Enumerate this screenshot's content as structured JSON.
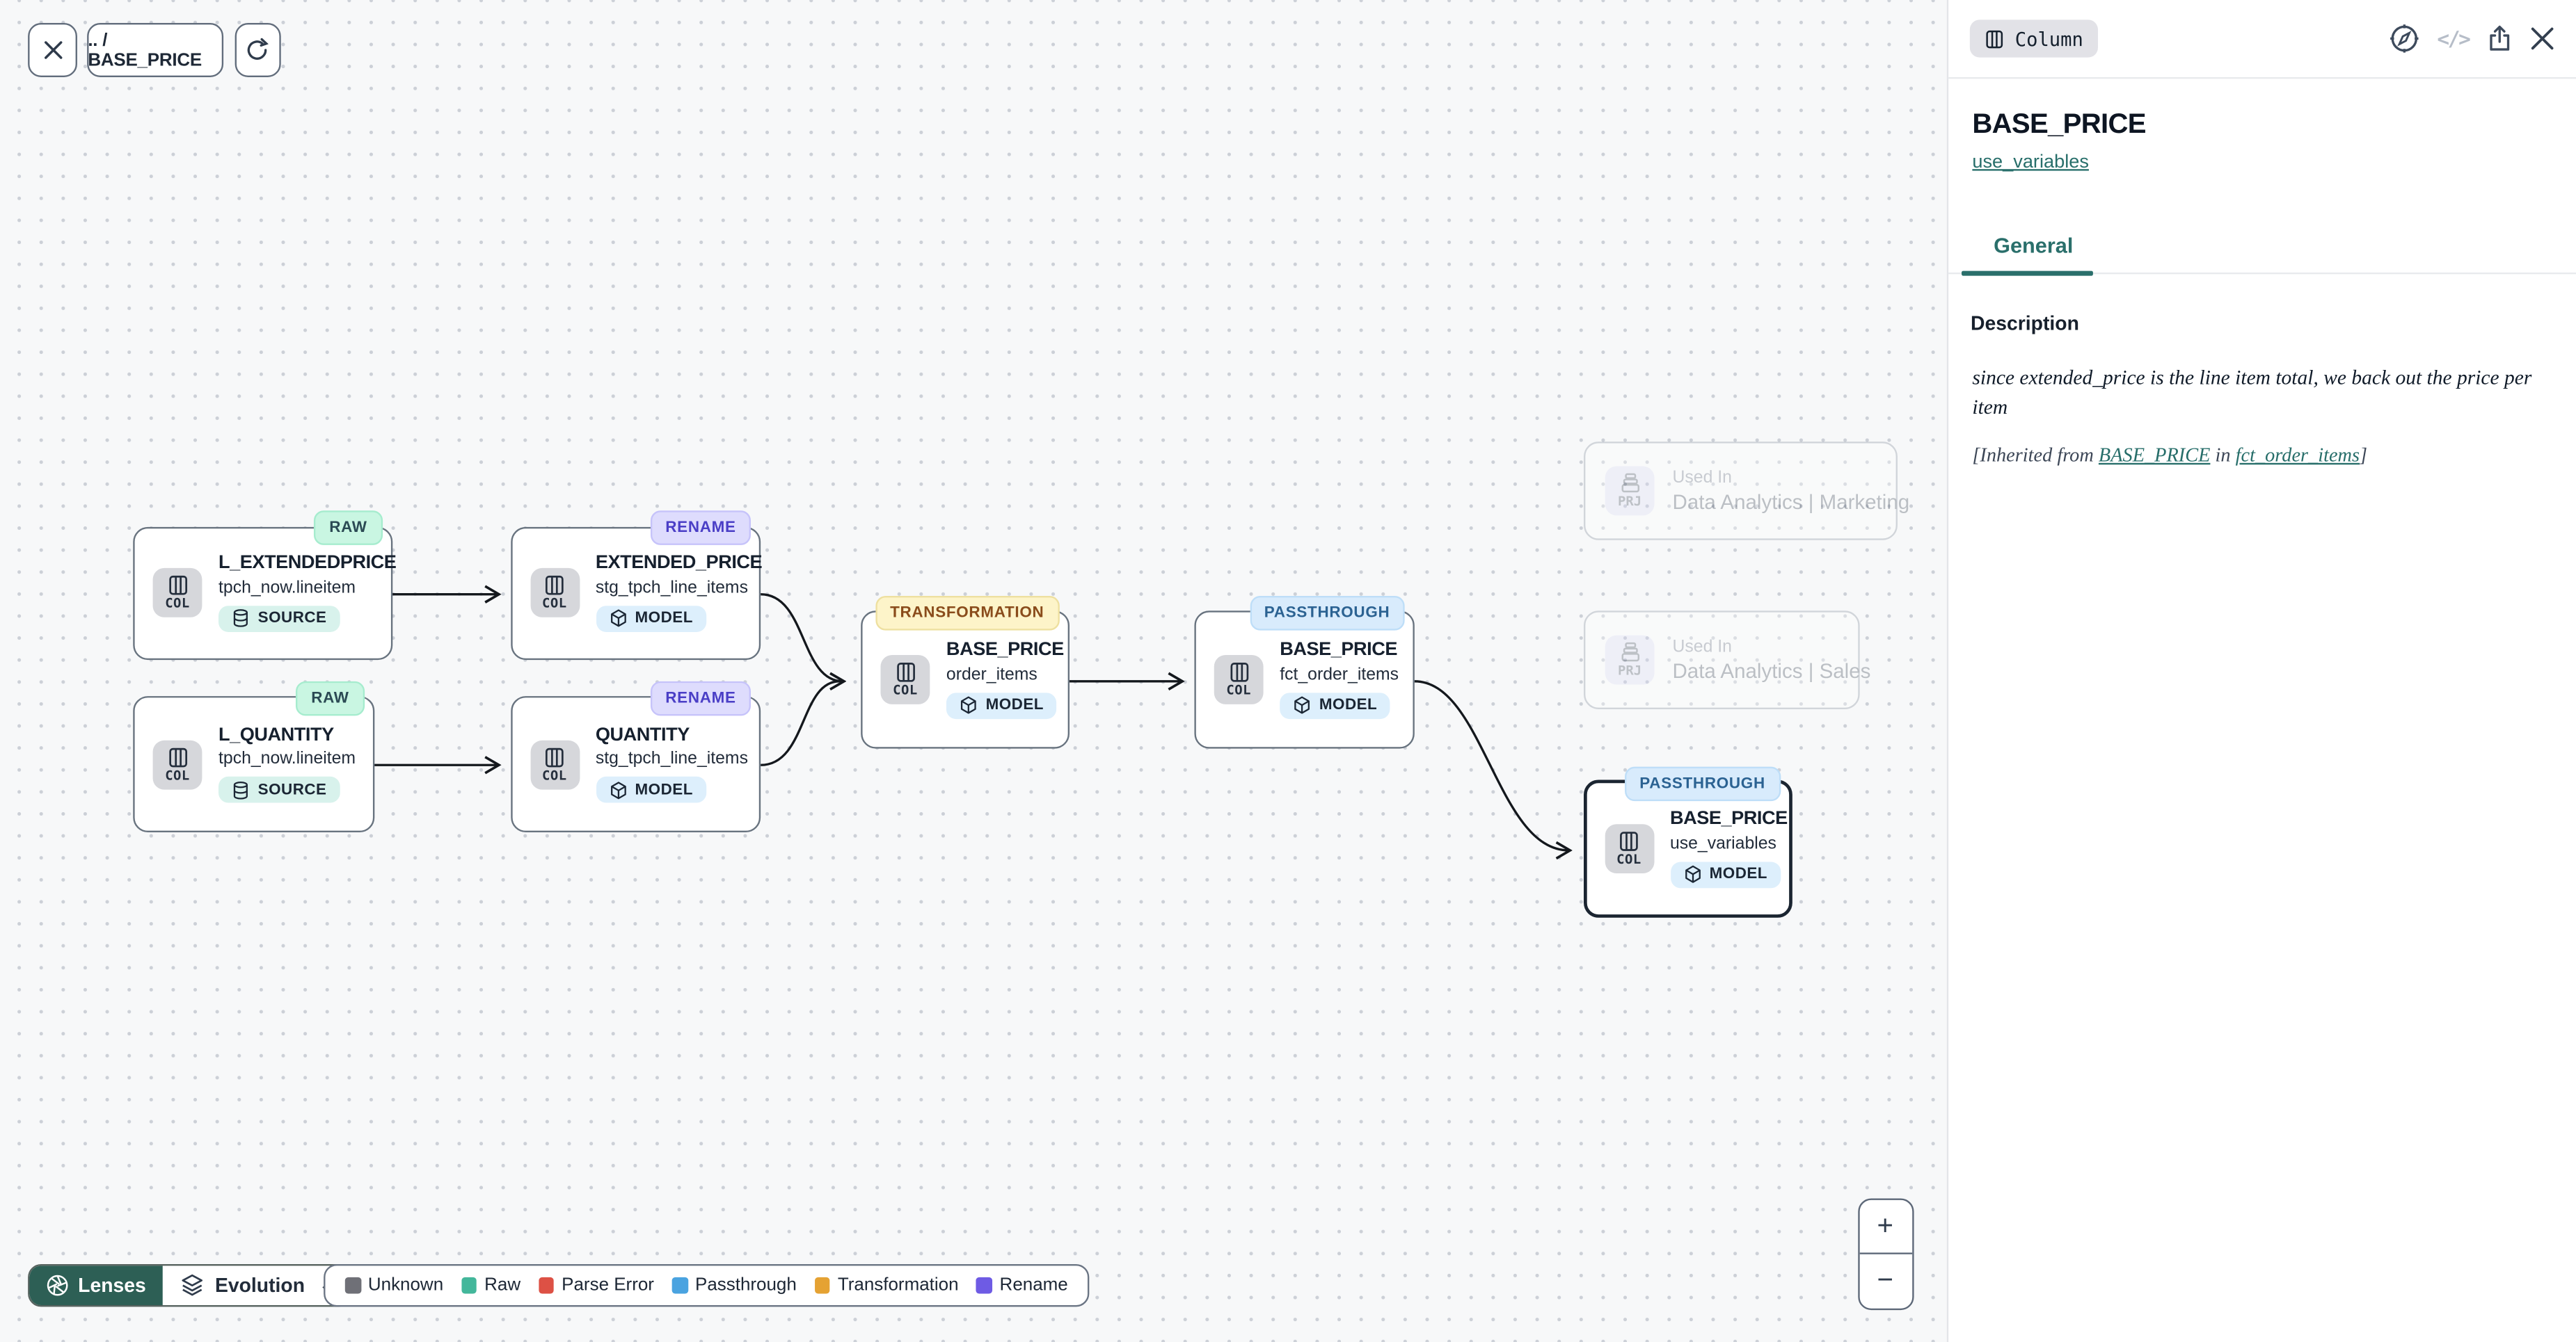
{
  "toolbar": {
    "breadcrumb": ".. / BASE_PRICE"
  },
  "canvas": {
    "nodes": [
      {
        "badge": "RAW",
        "title": "L_EXTENDEDPRICE",
        "subtitle": "tpch_now.lineitem",
        "type_chip": "COL",
        "pill": "SOURCE"
      },
      {
        "badge": "RENAME",
        "title": "EXTENDED_PRICE",
        "subtitle": "stg_tpch_line_items",
        "type_chip": "COL",
        "pill": "MODEL"
      },
      {
        "badge": "RAW",
        "title": "L_QUANTITY",
        "subtitle": "tpch_now.lineitem",
        "type_chip": "COL",
        "pill": "SOURCE"
      },
      {
        "badge": "RENAME",
        "title": "QUANTITY",
        "subtitle": "stg_tpch_line_items",
        "type_chip": "COL",
        "pill": "MODEL"
      },
      {
        "badge": "TRANSFORMATION",
        "title": "BASE_PRICE",
        "subtitle": "order_items",
        "type_chip": "COL",
        "pill": "MODEL"
      },
      {
        "badge": "PASSTHROUGH",
        "title": "BASE_PRICE",
        "subtitle": "fct_order_items",
        "type_chip": "COL",
        "pill": "MODEL"
      },
      {
        "badge": "PASSTHROUGH",
        "title": "BASE_PRICE",
        "subtitle": "use_variables",
        "type_chip": "COL",
        "pill": "MODEL",
        "selected": true
      }
    ],
    "used_in": [
      {
        "chip": "PRJ",
        "label": "Used In",
        "name": "Data Analytics | Marketing"
      },
      {
        "chip": "PRJ",
        "label": "Used In",
        "name": "Data Analytics | Sales"
      }
    ]
  },
  "lenses_bar": {
    "lenses_label": "Lenses",
    "mode_label": "Evolution",
    "chevron_glyph": "⌄"
  },
  "legend": {
    "items": [
      {
        "label": "Unknown",
        "color": "#6f7077"
      },
      {
        "label": "Raw",
        "color": "#43b79b"
      },
      {
        "label": "Parse Error",
        "color": "#dd5145"
      },
      {
        "label": "Passthrough",
        "color": "#4aa3e0"
      },
      {
        "label": "Transformation",
        "color": "#e5a233"
      },
      {
        "label": "Rename",
        "color": "#6e5be4"
      }
    ]
  },
  "zoom_controls": {
    "zoom_in": "+",
    "zoom_out": "−"
  },
  "panel": {
    "type_badge": "Column",
    "code_icon_glyph": "</>",
    "title": "BASE_PRICE",
    "model_link": "use_variables",
    "tab": "General",
    "section_heading": "Description",
    "description": "since extended_price is the line item total, we back out the price per item",
    "inherited": {
      "prefix": "[Inherited from ",
      "link_column": "BASE_PRICE",
      "middle": " in ",
      "link_model": "fct_order_items",
      "suffix": "]"
    }
  }
}
